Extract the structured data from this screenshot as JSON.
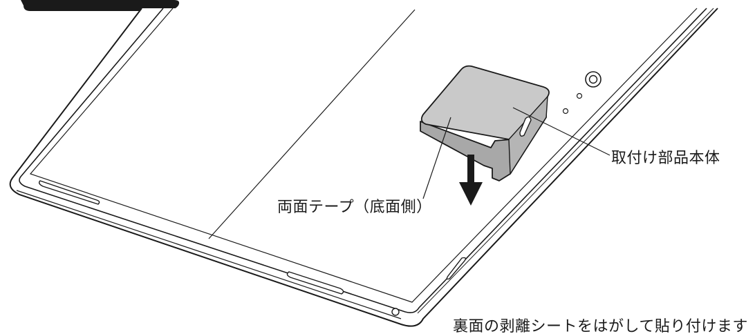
{
  "labels": {
    "mount_body": "取付け部品本体",
    "tape": "両面テープ（底面側）",
    "bottom_caption": "裏面の剥離シートをはがして貼り付けます"
  },
  "colors": {
    "line": "#1a1a1a",
    "device_fill": "#ffffff",
    "part_top": "#c9c9c9",
    "part_side": "#a8a8a8"
  }
}
